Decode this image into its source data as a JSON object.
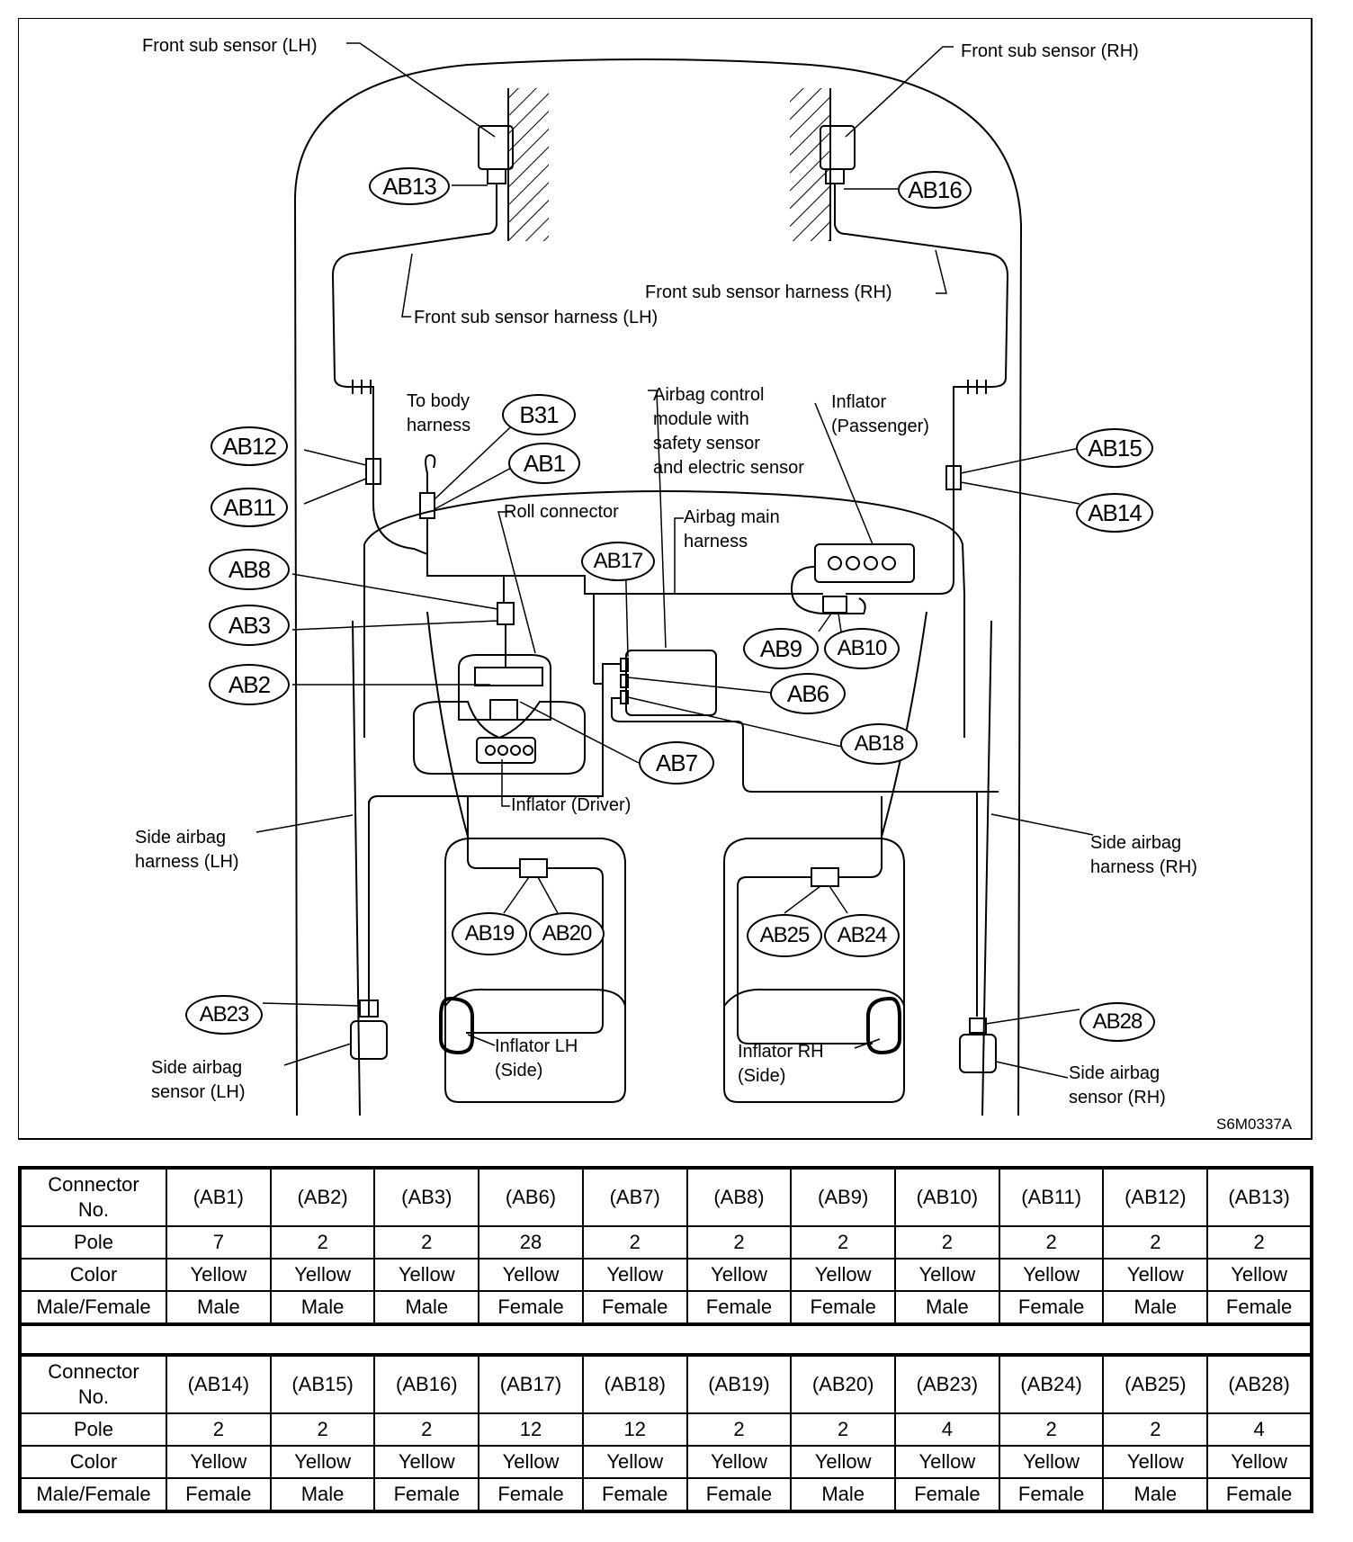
{
  "labels": {
    "front_sub_lh": "Front sub sensor (LH)",
    "front_sub_rh": "Front sub sensor (RH)",
    "harness_rh": "Front sub sensor harness (RH)",
    "harness_lh": "Front sub sensor harness (LH)",
    "to_body": "To body\nharness",
    "acm": "Airbag control\nmodule with\nsafety sensor\nand electric sensor",
    "inflator_pass": "Inflator\n(Passenger)",
    "roll": "Roll connector",
    "main_harness": "Airbag main\nharness",
    "inflator_driver": "Inflator (Driver)",
    "side_harness_lh": "Side airbag\nharness (LH)",
    "side_harness_rh": "Side airbag\nharness (RH)",
    "inflator_lh": "Inflator LH\n(Side)",
    "inflator_rh": "Inflator RH\n(Side)",
    "side_sensor_lh": "Side airbag\nsensor (LH)",
    "side_sensor_rh": "Side airbag\nsensor (RH)",
    "figure_code": "S6M0337A"
  },
  "connectors": {
    "AB13": "AB13",
    "AB16": "AB16",
    "AB12": "AB12",
    "AB11": "AB11",
    "B31": "B31",
    "AB1": "AB1",
    "AB15": "AB15",
    "AB14": "AB14",
    "AB8": "AB8",
    "AB3": "AB3",
    "AB17": "AB17",
    "AB9": "AB9",
    "AB10": "AB10",
    "AB2": "AB2",
    "AB6": "AB6",
    "AB18": "AB18",
    "AB7": "AB7",
    "AB19": "AB19",
    "AB20": "AB20",
    "AB25": "AB25",
    "AB24": "AB24",
    "AB23": "AB23",
    "AB28": "AB28"
  },
  "table": {
    "row_headers": {
      "connector": "Connector\nNo.",
      "pole": "Pole",
      "color": "Color",
      "gender": "Male/Female"
    },
    "rows1": [
      {
        "conn": "(AB1)",
        "pole": "7",
        "color": "Yellow",
        "gender": "Male"
      },
      {
        "conn": "(AB2)",
        "pole": "2",
        "color": "Yellow",
        "gender": "Male"
      },
      {
        "conn": "(AB3)",
        "pole": "2",
        "color": "Yellow",
        "gender": "Male"
      },
      {
        "conn": "(AB6)",
        "pole": "28",
        "color": "Yellow",
        "gender": "Female"
      },
      {
        "conn": "(AB7)",
        "pole": "2",
        "color": "Yellow",
        "gender": "Female"
      },
      {
        "conn": "(AB8)",
        "pole": "2",
        "color": "Yellow",
        "gender": "Female"
      },
      {
        "conn": "(AB9)",
        "pole": "2",
        "color": "Yellow",
        "gender": "Female"
      },
      {
        "conn": "(AB10)",
        "pole": "2",
        "color": "Yellow",
        "gender": "Male"
      },
      {
        "conn": "(AB11)",
        "pole": "2",
        "color": "Yellow",
        "gender": "Female"
      },
      {
        "conn": "(AB12)",
        "pole": "2",
        "color": "Yellow",
        "gender": "Male"
      },
      {
        "conn": "(AB13)",
        "pole": "2",
        "color": "Yellow",
        "gender": "Female"
      }
    ],
    "rows2": [
      {
        "conn": "(AB14)",
        "pole": "2",
        "color": "Yellow",
        "gender": "Female"
      },
      {
        "conn": "(AB15)",
        "pole": "2",
        "color": "Yellow",
        "gender": "Male"
      },
      {
        "conn": "(AB16)",
        "pole": "2",
        "color": "Yellow",
        "gender": "Female"
      },
      {
        "conn": "(AB17)",
        "pole": "12",
        "color": "Yellow",
        "gender": "Female"
      },
      {
        "conn": "(AB18)",
        "pole": "12",
        "color": "Yellow",
        "gender": "Female"
      },
      {
        "conn": "(AB19)",
        "pole": "2",
        "color": "Yellow",
        "gender": "Female"
      },
      {
        "conn": "(AB20)",
        "pole": "2",
        "color": "Yellow",
        "gender": "Male"
      },
      {
        "conn": "(AB23)",
        "pole": "4",
        "color": "Yellow",
        "gender": "Female"
      },
      {
        "conn": "(AB24)",
        "pole": "2",
        "color": "Yellow",
        "gender": "Female"
      },
      {
        "conn": "(AB25)",
        "pole": "2",
        "color": "Yellow",
        "gender": "Male"
      },
      {
        "conn": "(AB28)",
        "pole": "4",
        "color": "Yellow",
        "gender": "Female"
      }
    ]
  }
}
